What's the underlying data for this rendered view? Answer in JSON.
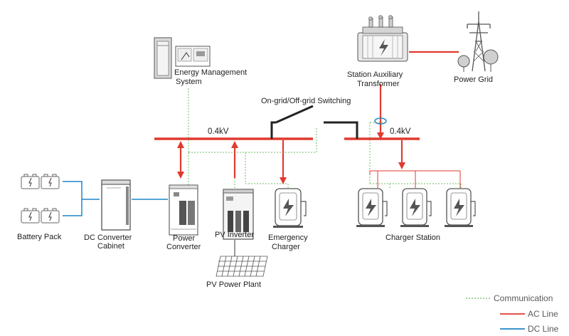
{
  "colors": {
    "ac_line": "#e03a2f",
    "dc_line": "#1f86c8",
    "communication": "#6cbf62",
    "equipment": "#555555"
  },
  "bus": {
    "left_voltage": "0.4kV",
    "right_voltage": "0.4kV",
    "switching_label": "On-grid/Off-grid Switching"
  },
  "components": {
    "energy_management": [
      "Energy Management",
      "System"
    ],
    "station_transformer": [
      "Station Auxiliary",
      "Transformer"
    ],
    "power_grid": "Power Grid",
    "battery_pack": "Battery Pack",
    "dc_converter": [
      "DC Converter",
      "Cabinet"
    ],
    "power_converter": [
      "Power",
      "Converter"
    ],
    "pv_inverter": "PV Inverter",
    "pv_power_plant": "PV Power Plant",
    "emergency_charger": [
      "Emergency",
      "Charger"
    ],
    "charger_station": "Charger Station"
  },
  "legend": {
    "communication": "Communication",
    "ac_line": "AC Line",
    "dc_line": "DC Line"
  },
  "icons": [
    "server-rack-icon",
    "transformer-icon",
    "transmission-tower-icon",
    "tree-icon",
    "battery-icon",
    "cabinet-icon",
    "converter-icon",
    "inverter-icon",
    "solar-panel-icon",
    "ev-charger-icon"
  ]
}
